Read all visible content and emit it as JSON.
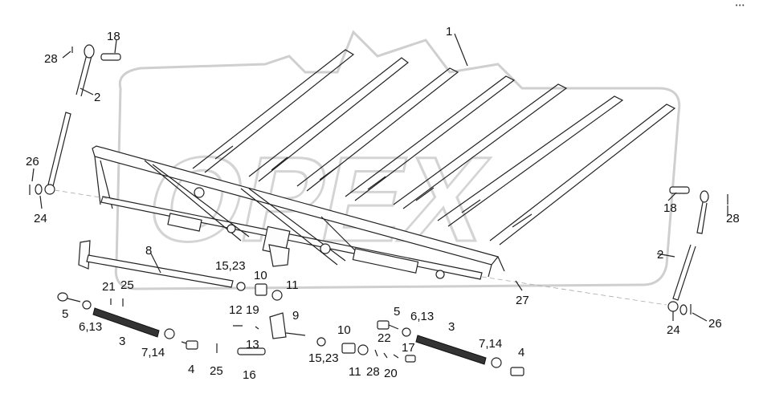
{
  "watermark": "OPEX",
  "corner_mark": "•••",
  "callouts": [
    {
      "id": "c1",
      "text": "1"
    },
    {
      "id": "c18a",
      "text": "18"
    },
    {
      "id": "c28a",
      "text": "28"
    },
    {
      "id": "c2a",
      "text": "2"
    },
    {
      "id": "c26a",
      "text": "26"
    },
    {
      "id": "c24a",
      "text": "24"
    },
    {
      "id": "c8",
      "text": "8"
    },
    {
      "id": "c1523a",
      "text": "15,23"
    },
    {
      "id": "c10a",
      "text": "10"
    },
    {
      "id": "c11a",
      "text": "11"
    },
    {
      "id": "c21",
      "text": "21"
    },
    {
      "id": "c25a",
      "text": "25"
    },
    {
      "id": "c5a",
      "text": "5"
    },
    {
      "id": "c613a",
      "text": "6,13"
    },
    {
      "id": "c3a",
      "text": "3"
    },
    {
      "id": "c714a",
      "text": "7,14"
    },
    {
      "id": "c4a",
      "text": "4"
    },
    {
      "id": "c25b",
      "text": "25"
    },
    {
      "id": "c12",
      "text": "12"
    },
    {
      "id": "c19",
      "text": "19"
    },
    {
      "id": "c9",
      "text": "9"
    },
    {
      "id": "c13",
      "text": "13"
    },
    {
      "id": "c16",
      "text": "16"
    },
    {
      "id": "c10b",
      "text": "10"
    },
    {
      "id": "c1523b",
      "text": "15,23"
    },
    {
      "id": "c11b",
      "text": "11"
    },
    {
      "id": "c28b",
      "text": "28"
    },
    {
      "id": "c20",
      "text": "20"
    },
    {
      "id": "c5b",
      "text": "5"
    },
    {
      "id": "c22",
      "text": "22"
    },
    {
      "id": "c613b",
      "text": "6,13"
    },
    {
      "id": "c17",
      "text": "17"
    },
    {
      "id": "c3b",
      "text": "3"
    },
    {
      "id": "c714b",
      "text": "7,14"
    },
    {
      "id": "c4b",
      "text": "4"
    },
    {
      "id": "c27",
      "text": "27"
    },
    {
      "id": "c18b",
      "text": "18"
    },
    {
      "id": "c28c",
      "text": "28"
    },
    {
      "id": "c2b",
      "text": "2"
    },
    {
      "id": "c24b",
      "text": "24"
    },
    {
      "id": "c26b",
      "text": "26"
    }
  ]
}
